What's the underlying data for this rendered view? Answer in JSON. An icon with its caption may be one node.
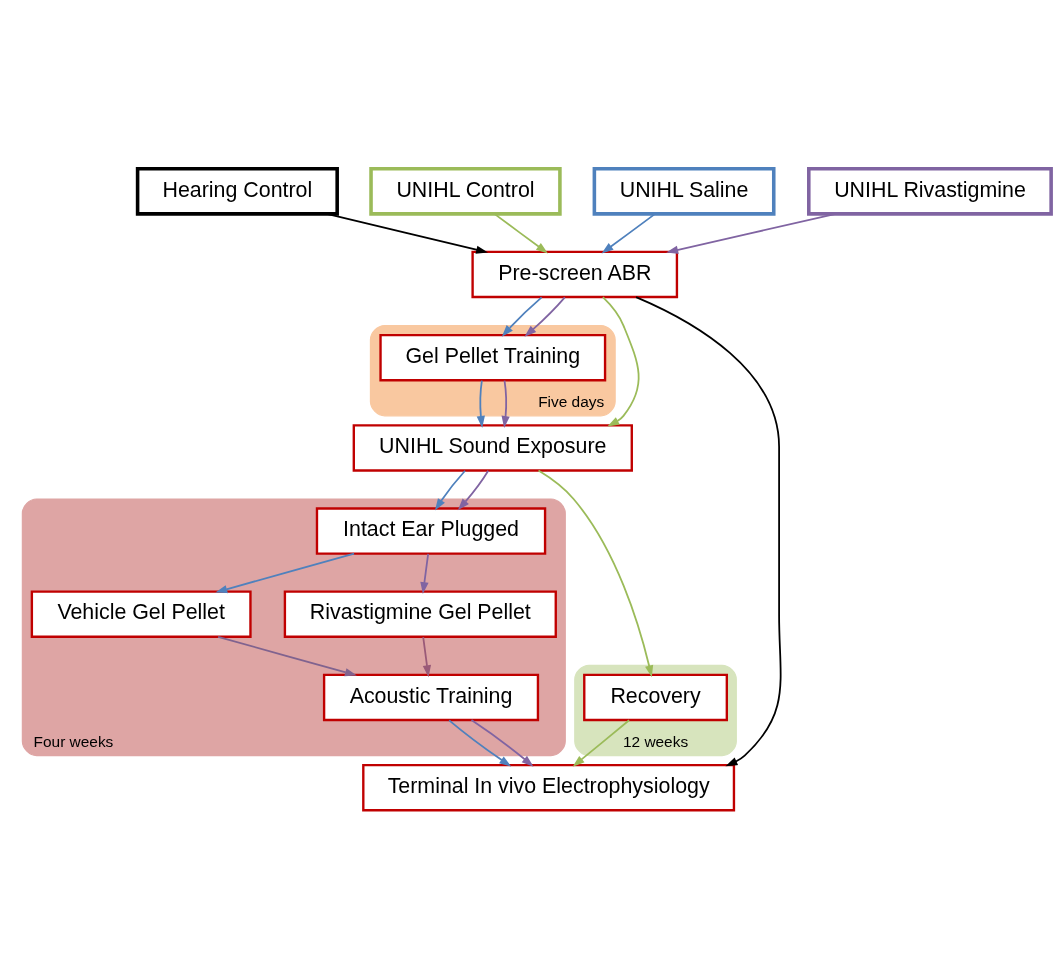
{
  "diagram": {
    "nodes": [
      {
        "text": [
          "Hearing Control"
        ]
      },
      {
        "text": [
          "UNIHL Control"
        ]
      },
      {
        "text": [
          "UNIHL Saline"
        ]
      },
      {
        "text": [
          "UNIHL Rivastigmine"
        ]
      },
      {
        "text": [
          "Pre-screen ABR"
        ]
      },
      {
        "text": [
          "Five days"
        ]
      },
      {
        "text": [
          "Gel Pellet Training"
        ],
        "in": 5
      },
      {
        "text": [
          "UNIHL Sound Exposure"
        ]
      },
      {
        "text": [
          "12 weeks"
        ]
      },
      {
        "text": [
          "Recovery"
        ],
        "in": 8
      },
      {
        "text": [
          "Four weeks"
        ]
      },
      {
        "text": [
          "Intact Ear Plugged"
        ],
        "in": 10
      },
      {
        "text": [
          "Vehicle Gel Pellet"
        ],
        "in": 10
      },
      {
        "text": [
          "Rivastigmine Gel Pellet"
        ],
        "in": 10
      },
      {
        "text": [
          "Acoustic Training"
        ],
        "in": 10
      },
      {
        "text": [
          "Terminal In vivo Electrophysiology"
        ]
      }
    ],
    "edges": [
      {
        "from": 0,
        "to": 4,
        "arrow": "to",
        "color": "#000000"
      },
      {
        "from": 1,
        "to": 4,
        "arrow": "to",
        "color": "#9bbb59"
      },
      {
        "from": 2,
        "to": 4,
        "arrow": "to",
        "color": "#4f81bd"
      },
      {
        "from": 3,
        "to": 4,
        "arrow": "to",
        "color": "#8064a2"
      },
      {
        "from": 4,
        "to": 15,
        "arrow": "to",
        "color": "#000000"
      },
      {
        "from": 4,
        "to": 7,
        "arrow": "to",
        "color": "#9bbb59"
      },
      {
        "from": 4,
        "to": 6,
        "arrow": "to",
        "color": "#4f81bd"
      },
      {
        "from": 4,
        "to": 6,
        "arrow": "to",
        "color": "#8064a2"
      },
      {
        "from": 6,
        "to": 7,
        "arrow": "to",
        "color": "#4f81bd"
      },
      {
        "from": 6,
        "to": 7,
        "arrow": "to",
        "color": "#8064a2"
      },
      {
        "from": 7,
        "to": 9,
        "arrow": "to",
        "color": "#9bbb59"
      },
      {
        "from": 7,
        "to": 11,
        "arrow": "to",
        "color": "#4f81bd"
      },
      {
        "from": 7,
        "to": 11,
        "arrow": "to",
        "color": "#8064a2"
      },
      {
        "from": 9,
        "to": 15,
        "arrow": "to",
        "color": "#9bbb59"
      },
      {
        "from": 11,
        "to": 12,
        "arrow": "to",
        "color": "#4f81bd"
      },
      {
        "from": 11,
        "to": 13,
        "arrow": "to",
        "color": "#8064a2"
      },
      {
        "from": 12,
        "to": 14,
        "arrow": "to",
        "color": "#80638f"
      },
      {
        "from": 13,
        "to": 14,
        "arrow": "to",
        "color": "#9a5a78"
      },
      {
        "from": 14,
        "to": 15,
        "arrow": "to",
        "color": "#4f81bd"
      },
      {
        "from": 14,
        "to": 15,
        "arrow": "to",
        "color": "#8064a2"
      }
    ]
  }
}
